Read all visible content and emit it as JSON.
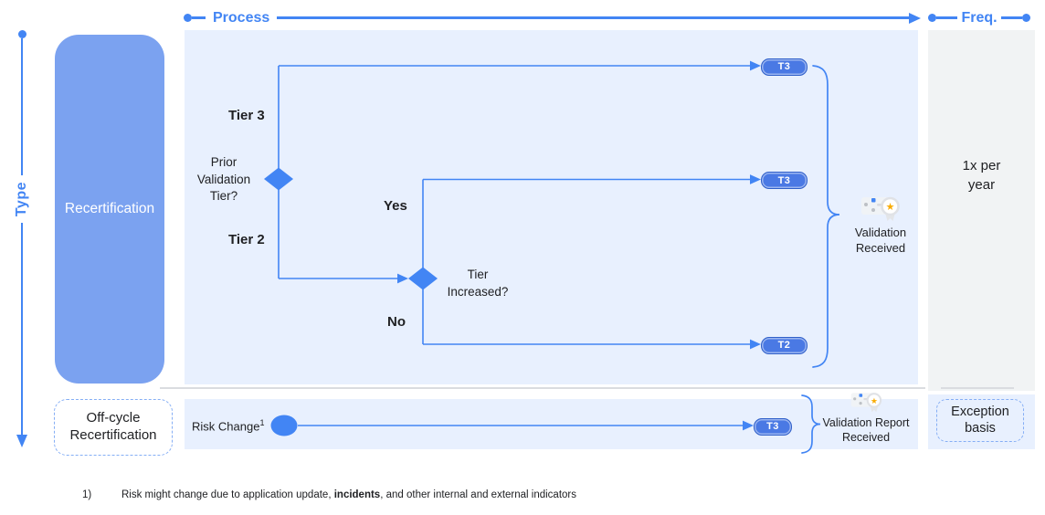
{
  "axes": {
    "process_label": "Process",
    "freq_label": "Freq.",
    "type_label": "Type"
  },
  "type_rows": {
    "recertification": "Recertification",
    "off_cycle": "Off-cycle\nRecertification"
  },
  "flow": {
    "tier3_branch_label": "Tier 3",
    "tier2_branch_label": "Tier 2",
    "decision1": "Prior\nValidation\nTier?",
    "decision2": "Tier\nIncreased?",
    "yes_label": "Yes",
    "no_label": "No",
    "pill_tier3_top": "T3",
    "pill_tier3_mid": "T3",
    "pill_tier2": "T2",
    "outcome": "Validation\nReceived"
  },
  "offcycle_flow": {
    "risk_change_label": "Risk Change",
    "footnote_ref": "1",
    "pill_tier3": "T3",
    "outcome": "Validation Report\nReceived"
  },
  "frequency": {
    "recert_value": "1x per\nyear",
    "off_cycle_value": "Exception basis"
  },
  "footnote": {
    "number": "1)",
    "text_prefix": "Risk might change due to application update, ",
    "text_bold": "incidents",
    "text_suffix": ", and other internal and external indicators"
  },
  "colors": {
    "accent": "#4285F4",
    "flow_panel": "#E8F0FE",
    "freq_panel": "#F1F3F4",
    "recert_fill": "#7BA2F0",
    "pill_fill": "#4A79E4",
    "star": "#F9AB00"
  }
}
